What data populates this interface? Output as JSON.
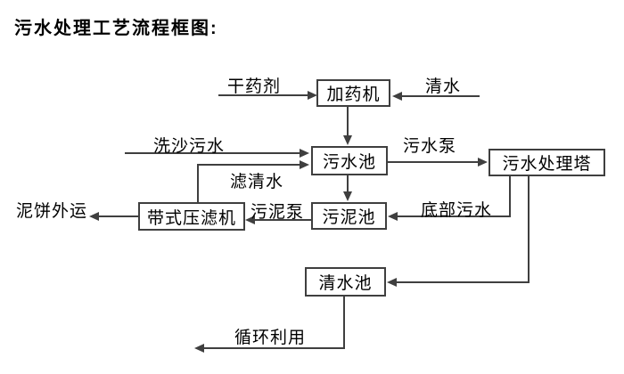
{
  "title": "污水处理工艺流程框图:",
  "diagram": {
    "type": "flowchart",
    "nodes": {
      "dosing_machine": {
        "label": "加药机"
      },
      "sewage_pool": {
        "label": "污水池"
      },
      "treatment_tower": {
        "label": "污水处理塔"
      },
      "sludge_pool": {
        "label": "污泥池"
      },
      "belt_filter_press": {
        "label": "带式压滤机"
      },
      "clean_water_pool": {
        "label": "清水池"
      }
    },
    "flow_labels": {
      "dry_agent": "干药剂",
      "clean_water_in": "清水",
      "sand_washing_sewage": "洗沙污水",
      "filtered_water": "滤清水",
      "sewage_pump": "污水泵",
      "sludge_pump": "污泥泵",
      "bottom_sewage": "底部污水",
      "mud_cake_out": "泥饼外运",
      "recycle_use": "循环利用"
    },
    "edges": [
      {
        "from": "干药剂(外部)",
        "to": "加药机",
        "label": "干药剂"
      },
      {
        "from": "清水(外部)",
        "to": "加药机",
        "label": "清水"
      },
      {
        "from": "加药机",
        "to": "污水池",
        "label": ""
      },
      {
        "from": "洗沙污水(外部)",
        "to": "污水池",
        "label": "洗沙污水"
      },
      {
        "from": "带式压滤机",
        "to": "污水池",
        "label": "滤清水"
      },
      {
        "from": "污水池",
        "to": "污水处理塔",
        "label": "污水泵"
      },
      {
        "from": "污水池",
        "to": "污泥池",
        "label": ""
      },
      {
        "from": "污水处理塔",
        "to": "污泥池",
        "label": "底部污水"
      },
      {
        "from": "污泥池",
        "to": "带式压滤机",
        "label": "污泥泵"
      },
      {
        "from": "带式压滤机",
        "to": "泥饼外运(外部)",
        "label": "泥饼外运"
      },
      {
        "from": "污水处理塔",
        "to": "清水池",
        "label": ""
      },
      {
        "from": "清水池",
        "to": "循环利用(外部)",
        "label": "循环利用"
      }
    ],
    "colors": {
      "line": "#3f3f3f",
      "text": "#000000",
      "box_bg": "#ffffff"
    }
  }
}
